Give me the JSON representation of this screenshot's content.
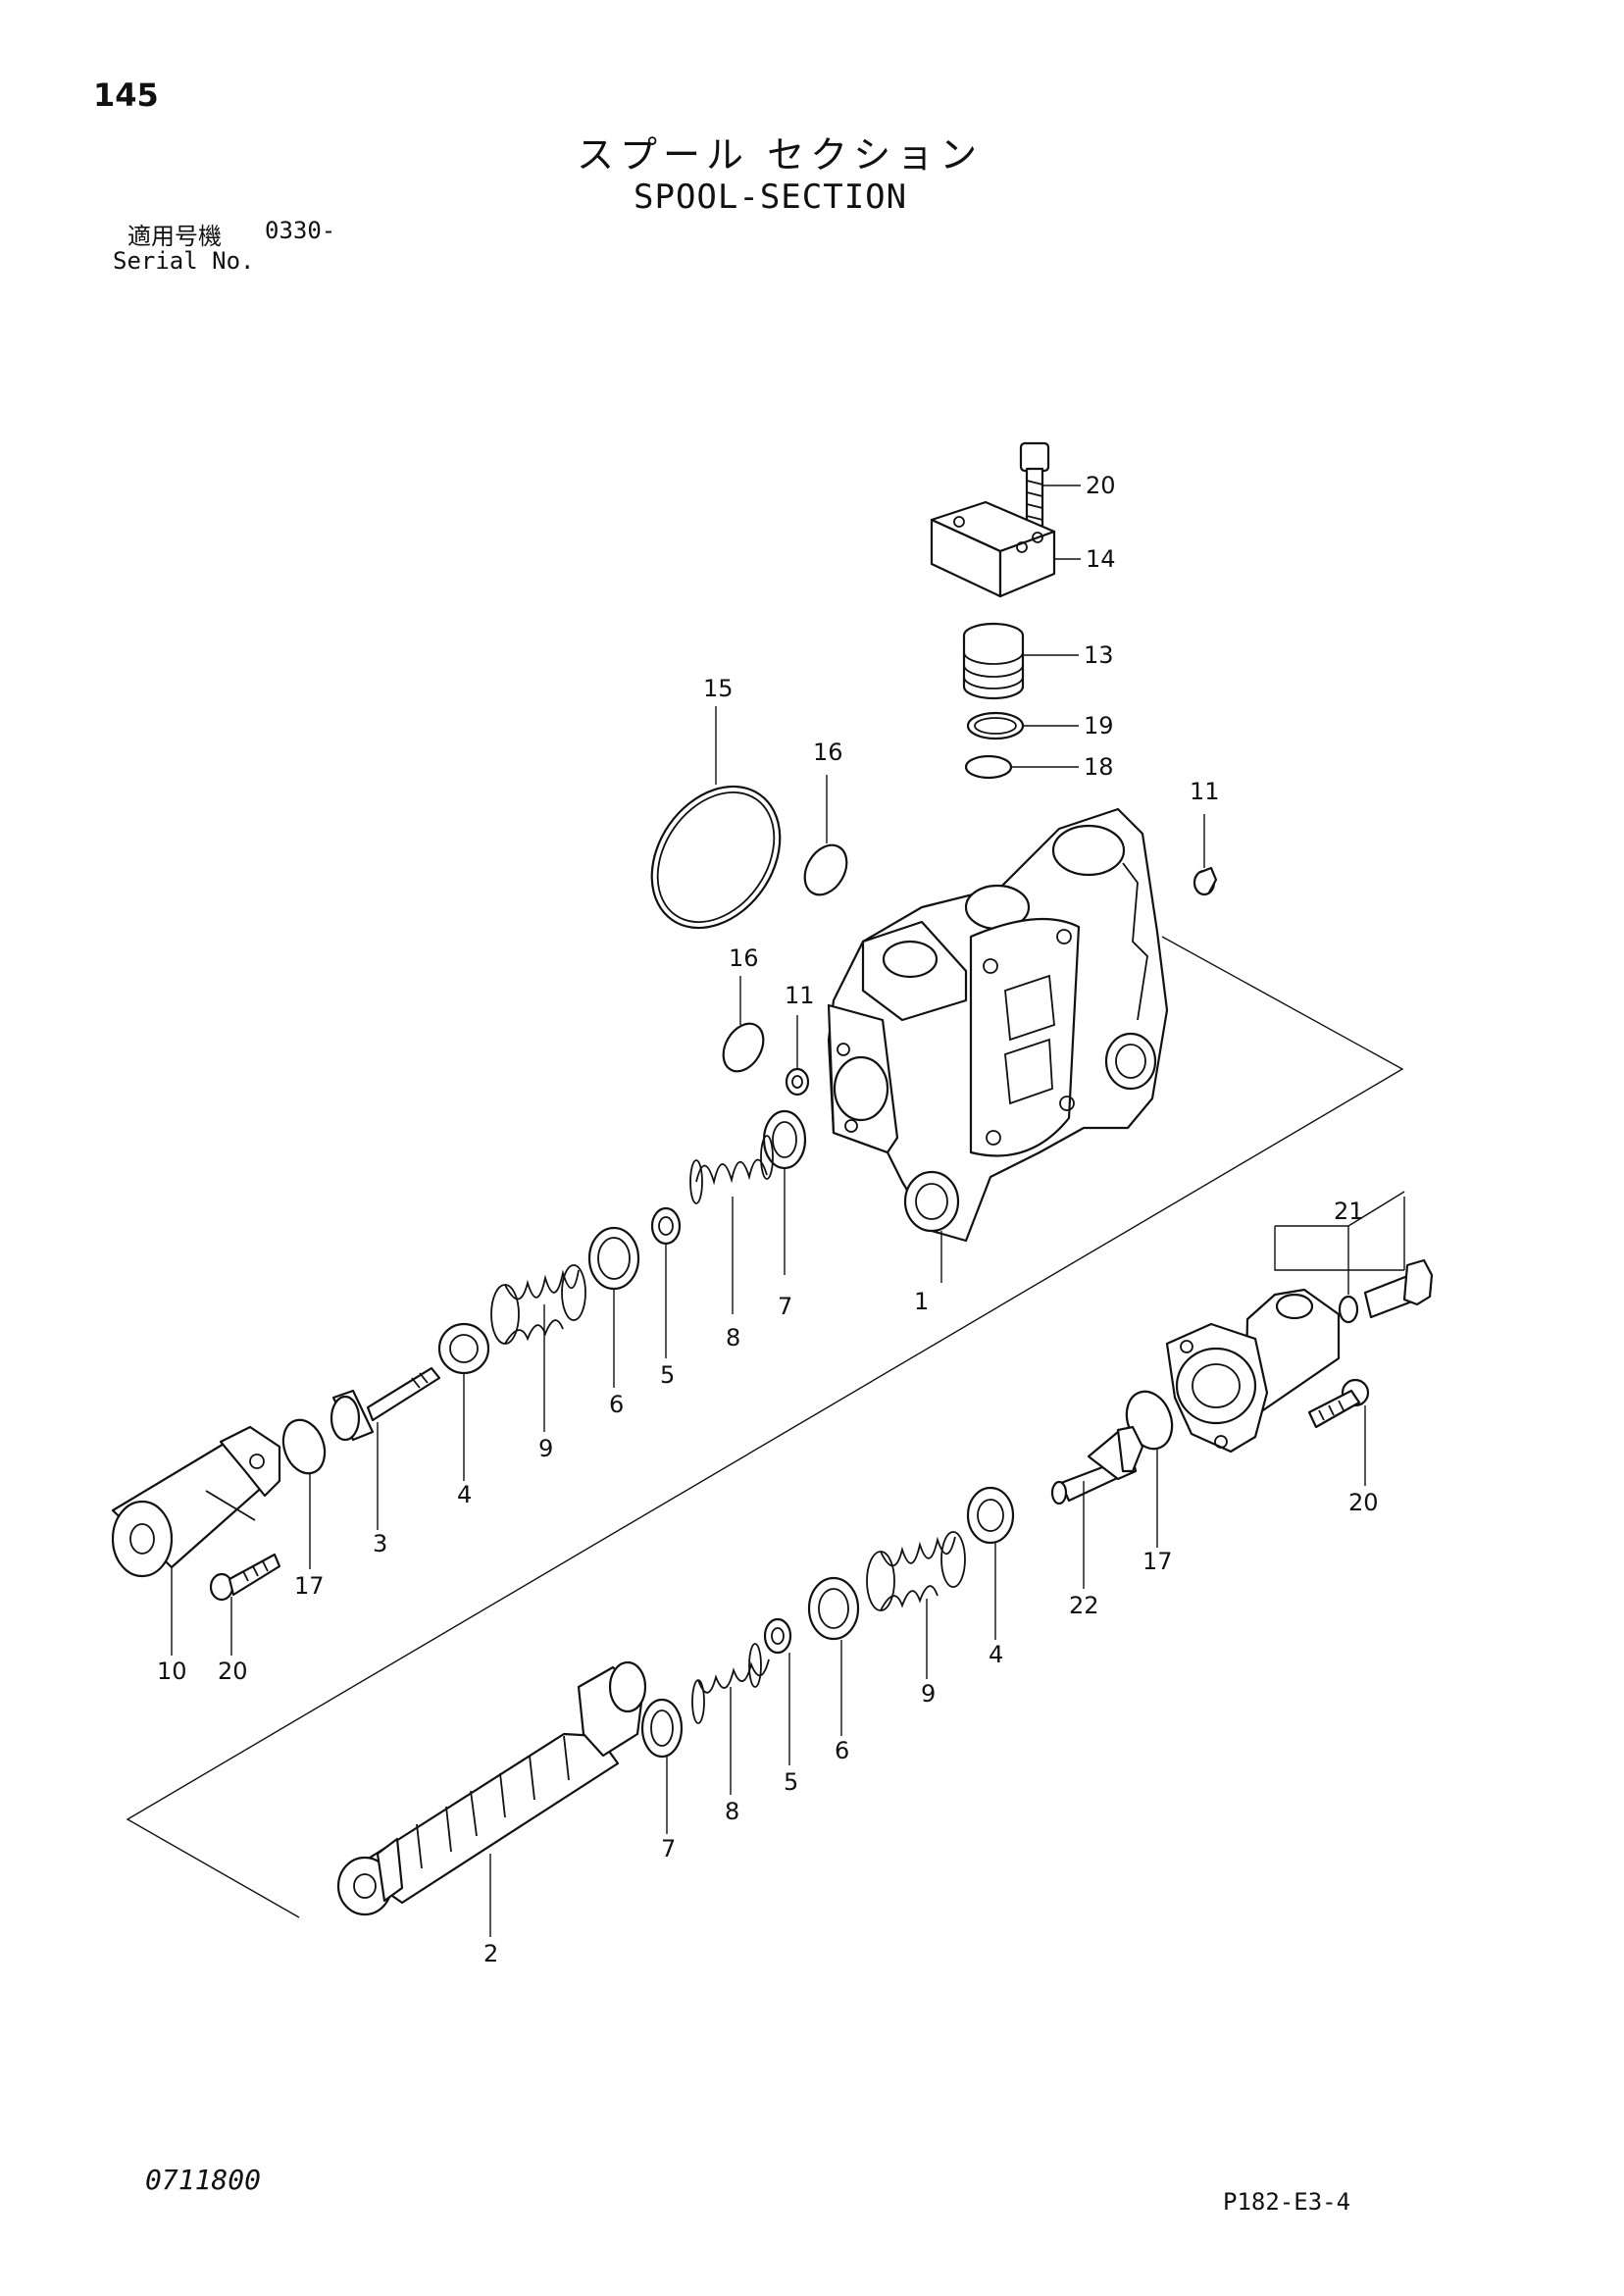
{
  "header": {
    "page_number": "145",
    "title_jp": "スプール セクション",
    "title_en": "SPOOL-SECTION",
    "serial_label_jp": "適用号機",
    "serial_value": "0330-",
    "serial_label_en": "Serial No."
  },
  "footer": {
    "reference_code": "0711800",
    "page_code": "P182-E3-4"
  },
  "callouts": {
    "c1": "1",
    "c2": "2",
    "c3": "3",
    "c4a": "4",
    "c4b": "4",
    "c5a": "5",
    "c5b": "5",
    "c6a": "6",
    "c6b": "6",
    "c7a": "7",
    "c7b": "7",
    "c8a": "8",
    "c8b": "8",
    "c9a": "9",
    "c9b": "9",
    "c10": "10",
    "c11a": "11",
    "c11b": "11",
    "c13": "13",
    "c14": "14",
    "c15": "15",
    "c16a": "16",
    "c16b": "16",
    "c17a": "17",
    "c17b": "17",
    "c18": "18",
    "c19": "19",
    "c20a": "20",
    "c20b": "20",
    "c20c": "20",
    "c21": "21",
    "c22": "22"
  }
}
